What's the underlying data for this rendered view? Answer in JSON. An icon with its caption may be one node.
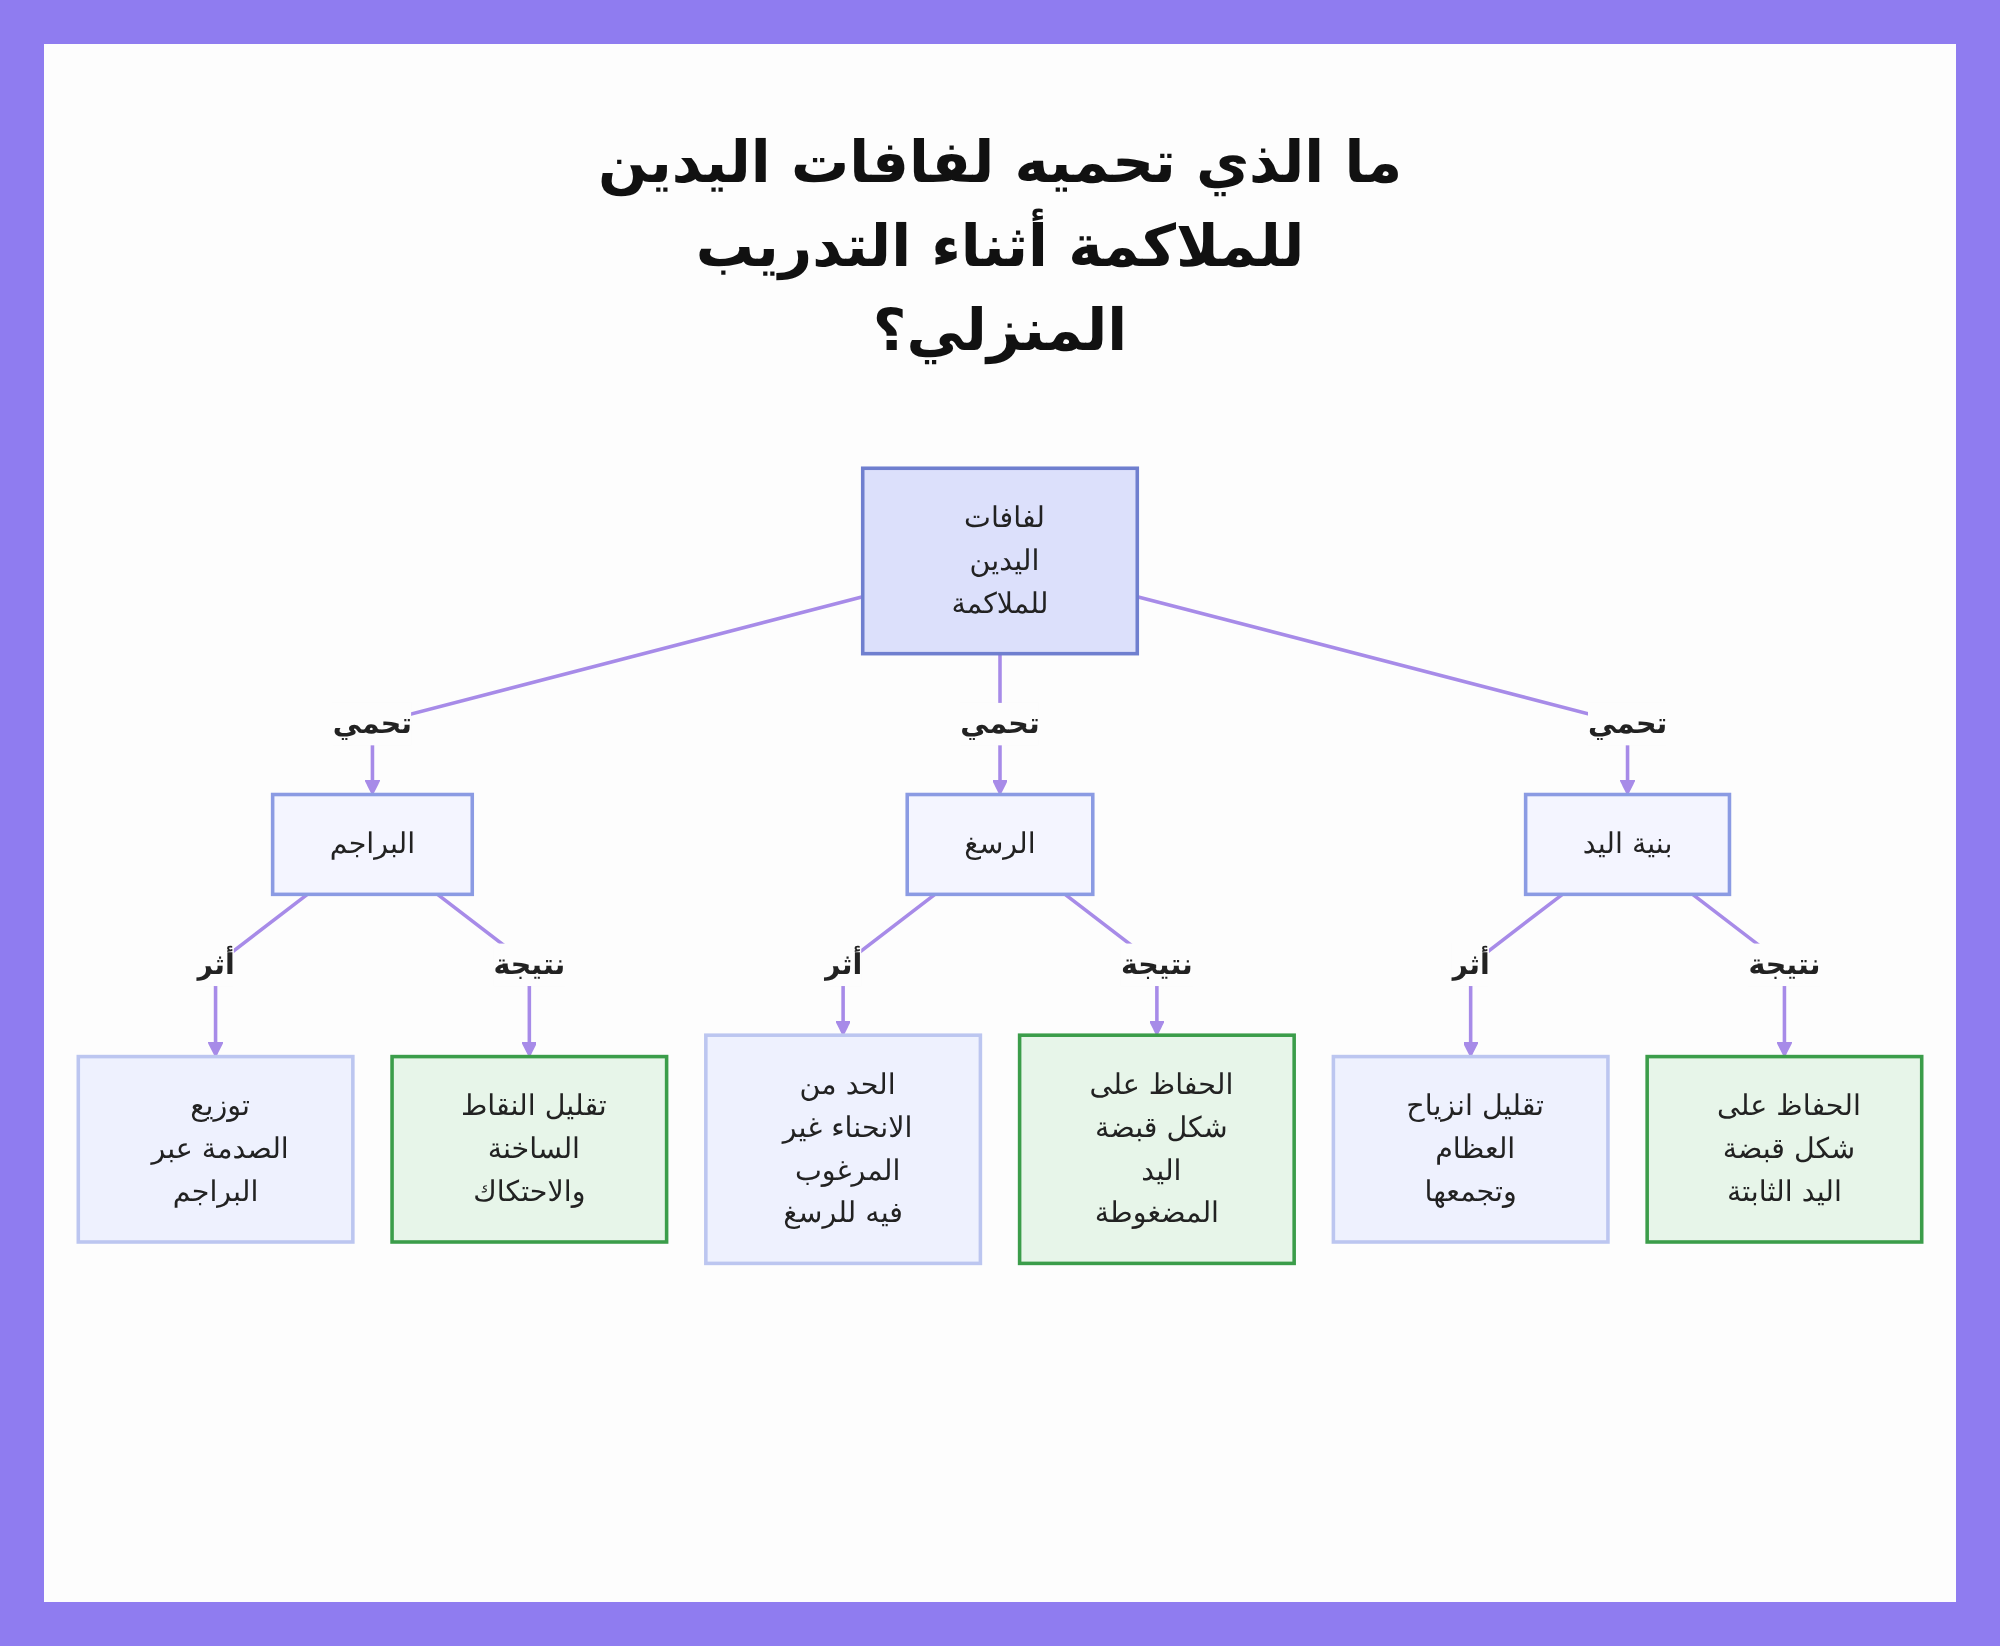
{
  "diagram": {
    "title": "ما الذي تحميه لفافات اليدين للملاكمة أثناء التدريب المنزلي؟",
    "nodes": [
      {
        "text": [
          "لفافات اليدين للملاكمة"
        ]
      },
      {
        "text": [
          "البراجم"
        ]
      },
      {
        "text": [
          "الرسغ"
        ]
      },
      {
        "text": [
          "بنية اليد"
        ]
      },
      {
        "text": [
          "توزيع الصدمة عبر البراجم"
        ]
      },
      {
        "text": [
          "تقليل النقاط الساخنة والاحتكاك"
        ]
      },
      {
        "text": [
          "الحد من الانحناء غير المرغوب فيه للرسغ"
        ]
      },
      {
        "text": [
          "الحفاظ على شكل قبضة اليد المضغوطة"
        ]
      },
      {
        "text": [
          "تقليل انزياح العظام وتجمعها"
        ]
      },
      {
        "text": [
          "الحفاظ على شكل قبضة اليد الثابتة"
        ]
      }
    ],
    "edges": [
      {
        "from": 0,
        "to": 1,
        "arrow": "to",
        "label": "تحمي"
      },
      {
        "from": 0,
        "to": 2,
        "arrow": "to",
        "label": "تحمي"
      },
      {
        "from": 0,
        "to": 3,
        "arrow": "to",
        "label": "تحمي"
      },
      {
        "from": 1,
        "to": 4,
        "arrow": "to",
        "label": "أثر"
      },
      {
        "from": 1,
        "to": 5,
        "arrow": "to",
        "label": "نتيجة"
      },
      {
        "from": 2,
        "to": 6,
        "arrow": "to",
        "label": "أثر"
      },
      {
        "from": 2,
        "to": 7,
        "arrow": "to",
        "label": "نتيجة"
      },
      {
        "from": 3,
        "to": 8,
        "arrow": "to",
        "label": "أثر"
      },
      {
        "from": 3,
        "to": 9,
        "arrow": "to",
        "label": "نتيجة"
      }
    ]
  }
}
